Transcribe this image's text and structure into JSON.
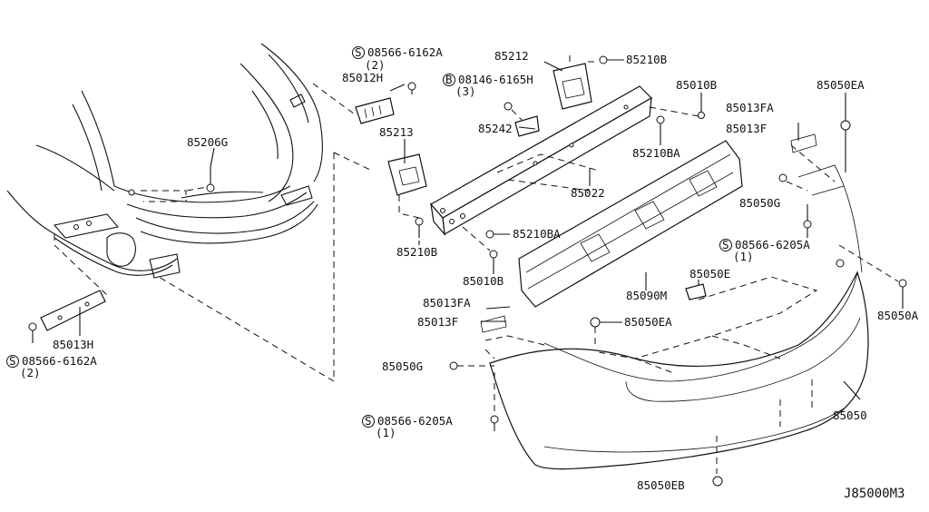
{
  "diagram": {
    "code": "J85000M3",
    "labels": {
      "p85566_6162A_top": "08566-6162A",
      "p85566_6162A_top_qty": "(2)",
      "p85012H": "85012H",
      "p85206G": "85206G",
      "p85013H": "85013H",
      "p85566_6162A_left": "08566-6162A",
      "p85566_6162A_left_qty": "(2)",
      "p85212": "85212",
      "p85210B_top": "85210B",
      "p08146": "08146-6165H",
      "p08146_qty": "(3)",
      "p85242": "85242",
      "p85010B_top": "85010B",
      "p85210BA_right": "85210BA",
      "p85213": "85213",
      "p85022": "85022",
      "p85210BA_mid": "85210BA",
      "p85210B_left": "85210B",
      "p85010B_mid": "85010B",
      "p85050EA_top": "85050EA",
      "p85013FA_top": "85013FA",
      "p85013F_top": "85013F",
      "p85050G_right": "85050G",
      "p08566_6205A_right": "08566-6205A",
      "p08566_6205A_right_qty": "(1)",
      "p85050E": "85050E",
      "p85090M": "85090M",
      "p85050A": "85050A",
      "p85013FA_mid": "85013FA",
      "p85013F_mid": "85013F",
      "p85050EA_mid": "85050EA",
      "p85050G_left": "85050G",
      "p08566_6205A_bottom": "08566-6205A",
      "p08566_6205A_bottom_qty": "(1)",
      "p85050": "85050",
      "p85050EB": "85050EB"
    },
    "badges": {
      "s": "S",
      "b": "B"
    }
  }
}
